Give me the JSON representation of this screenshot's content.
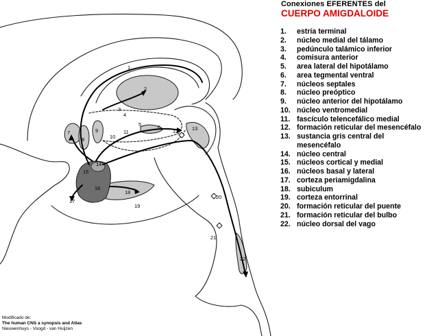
{
  "header": {
    "title_line1": "Conexiones EFERENTES del",
    "title_line2": "CUERPO AMIGDALOIDE",
    "title_line2_color": "#e00000"
  },
  "legend": [
    {
      "num": "1.",
      "label": "estría terminal"
    },
    {
      "num": "2.",
      "label": "núcleo medial del tálamo"
    },
    {
      "num": "3.",
      "label": "pedúnculo talámico inferior"
    },
    {
      "num": "4.",
      "label": "comisura anterior"
    },
    {
      "num": "5.",
      "label": "area lateral del hipotálamo"
    },
    {
      "num": "6.",
      "label": "area tegmental ventral"
    },
    {
      "num": "7.",
      "label": "núcleos septales"
    },
    {
      "num": "8.",
      "label": "núcleo preóptico"
    },
    {
      "num": "9.",
      "label": "núcleo anterior del hipotálamo"
    },
    {
      "num": "10.",
      "label": "núcleo ventromedial"
    },
    {
      "num": "11.",
      "label": "fascículo telencefálico medial"
    },
    {
      "num": "12.",
      "label": "formación reticular del mesencéfalo"
    },
    {
      "num": "13.",
      "label": "sustancia gris central del mesencéfalo"
    },
    {
      "num": "14.",
      "label": "núcleo central"
    },
    {
      "num": "15.",
      "label": "núcleos cortical y medial"
    },
    {
      "num": "16.",
      "label": "núcleos basal y lateral"
    },
    {
      "num": "17.",
      "label": "corteza periamigdalina"
    },
    {
      "num": "18.",
      "label": "subiculum"
    },
    {
      "num": "19.",
      "label": "corteza entorrinal"
    },
    {
      "num": "20.",
      "label": "formación reticular del puente"
    },
    {
      "num": "21.",
      "label": "formación reticular del bulbo"
    },
    {
      "num": "22.",
      "label": "núcleo dorsal del vago"
    }
  ],
  "diagram_labels": {
    "n1": "1",
    "n2": "2",
    "n3": "3",
    "n4": "4",
    "n5": "5",
    "n6": "6",
    "n7": "7",
    "n8": "8",
    "n9": "9",
    "n10": "10",
    "n11": "11",
    "n12": "12",
    "n13": "13",
    "n14": "14",
    "n15": "15",
    "n16": "16",
    "n17": "17",
    "n18": "18",
    "n19": "19",
    "n20": "20",
    "n21": "21",
    "n22": "22"
  },
  "credit": {
    "line1": "Modificado de:",
    "line2": "The human CNS a synopsis and Atlas",
    "line3": "Nieuwenhuys - Voogd - van Huijzen"
  },
  "colors": {
    "structure_fill": "#c8c8c8",
    "structure_dark": "#6e6e6e",
    "outline": "#1a1a1a"
  }
}
